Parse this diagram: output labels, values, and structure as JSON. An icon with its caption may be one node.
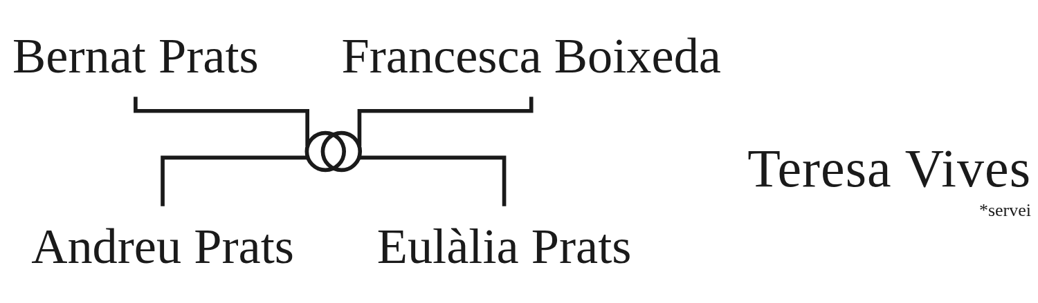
{
  "diagram": {
    "nodes": [
      {
        "text": [
          "Bernat Prats"
        ]
      },
      {
        "text": [
          "Francesca Boixeda"
        ]
      },
      {
        "text": [],
        "shape": "circle"
      },
      {
        "text": [
          "Andreu Prats"
        ]
      },
      {
        "text": [
          "Eulàlia Prats"
        ]
      }
    ],
    "edges": [
      {
        "from": 0,
        "to": 2,
        "arrow": "none"
      },
      {
        "from": 1,
        "to": 2,
        "arrow": "none"
      },
      {
        "from": 2,
        "to": 3,
        "arrow": "none"
      },
      {
        "from": 2,
        "to": 4,
        "arrow": "none"
      }
    ],
    "labels": [
      "Teresa Vives",
      "*servei"
    ]
  }
}
